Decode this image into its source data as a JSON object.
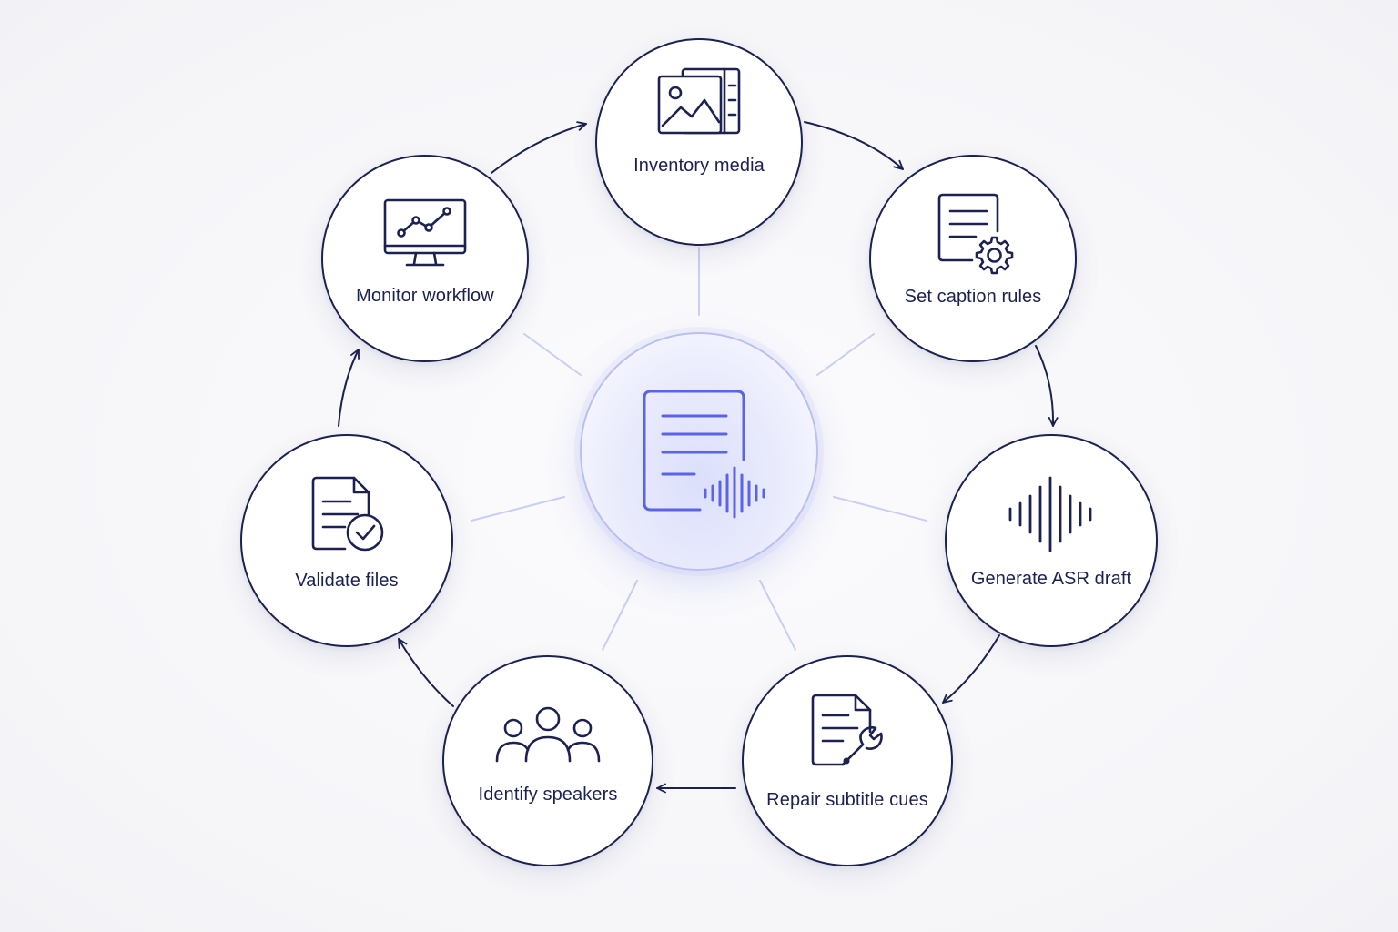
{
  "diagram": {
    "nodes": [
      {
        "id": "inventory",
        "label": "Inventory media",
        "icon": "media-gallery-icon"
      },
      {
        "id": "rules",
        "label": "Set caption rules",
        "icon": "document-gear-icon"
      },
      {
        "id": "asr",
        "label": "Generate ASR draft",
        "icon": "waveform-icon"
      },
      {
        "id": "repair",
        "label": "Repair subtitle cues",
        "icon": "document-wrench-icon"
      },
      {
        "id": "speakers",
        "label": "Identify speakers",
        "icon": "people-group-icon"
      },
      {
        "id": "validate",
        "label": "Validate files",
        "icon": "document-check-icon"
      },
      {
        "id": "monitor",
        "label": "Monitor workflow",
        "icon": "monitor-chart-icon"
      }
    ],
    "hub": {
      "icon": "transcript-waveform-icon"
    },
    "colors": {
      "ink": "#1b2150",
      "accent": "#5b63e6",
      "spoke": "#c5cbf2",
      "hub_border": "#b9bff0"
    }
  }
}
